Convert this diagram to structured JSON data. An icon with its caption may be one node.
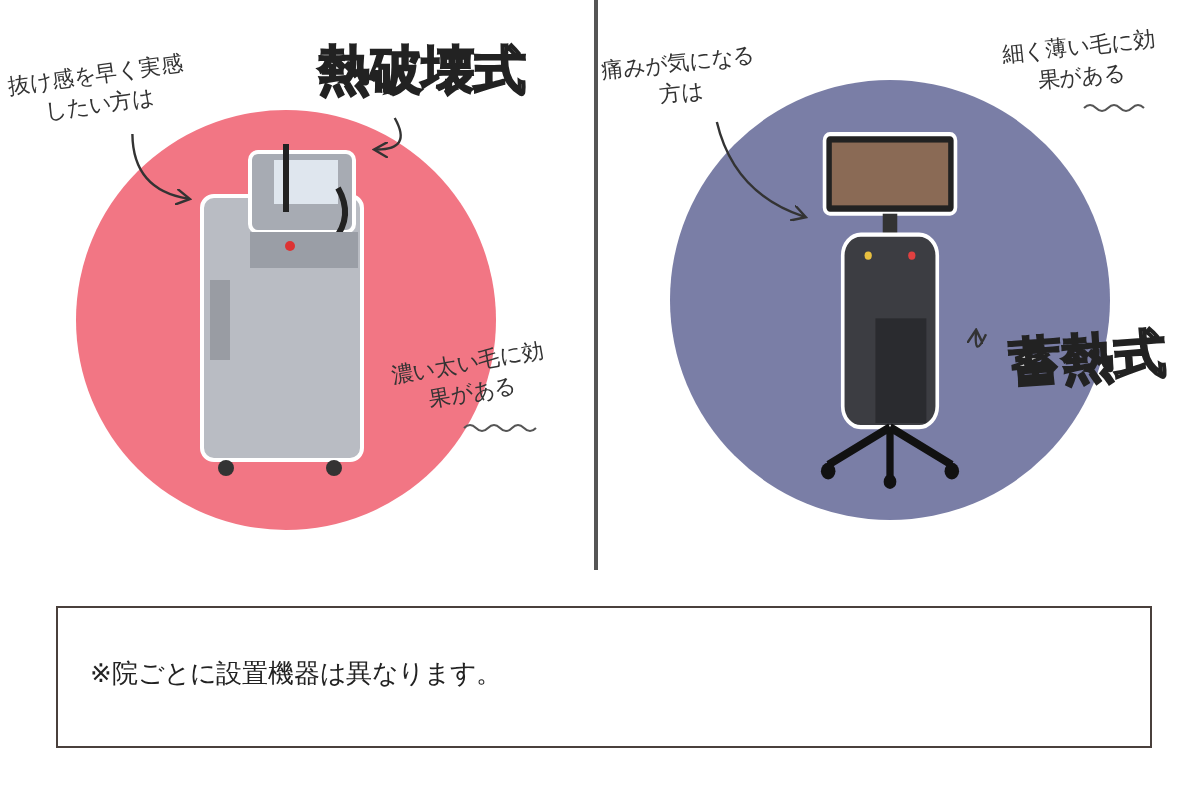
{
  "diagram": {
    "nodes": [
      {
        "text": [
          "抜け感を早く実感したい方は"
        ]
      },
      {
        "text": [
          "熱破壊式"
        ]
      },
      {
        "text": [],
        "shape": "circle"
      },
      {
        "text": [],
        "shape": "picture",
        "in": 2
      },
      {
        "text": [
          "痛みが気になる方は"
        ]
      },
      {
        "text": [],
        "shape": "circle"
      },
      {
        "text": [],
        "shape": "picture",
        "in": 5
      },
      {
        "text": [
          "蓄熱式"
        ]
      },
      {
        "text": [
          "※院ごとに設置機器は異なります。"
        ]
      }
    ],
    "edges": [
      {
        "from": 0,
        "to": 3,
        "arrow": "to"
      },
      {
        "from": 1,
        "to": 3,
        "arrow": "to"
      },
      {
        "from": 4,
        "to": 6,
        "arrow": "to"
      },
      {
        "from": 7,
        "to": 6,
        "arrow": "to"
      }
    ],
    "labels": [
      "濃い太い毛に効果がある",
      "細く薄い毛に効果がある"
    ]
  }
}
